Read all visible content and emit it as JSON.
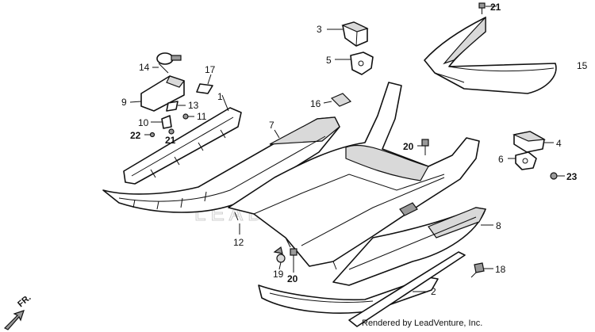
{
  "diagram": {
    "callouts": {
      "c1": "1",
      "c2": "2",
      "c3": "3",
      "c4": "4",
      "c5": "5",
      "c6": "6",
      "c7": "7",
      "c8": "8",
      "c9": "9",
      "c10": "10",
      "c11": "11",
      "c12": "12",
      "c13": "13",
      "c14": "14",
      "c15": "15",
      "c16": "16",
      "c17": "17",
      "c18": "18",
      "c19": "19",
      "c20a": "20",
      "c20b": "20",
      "c21a": "21",
      "c21b": "21",
      "c22": "22",
      "c23": "23"
    },
    "direction_label": "FR.",
    "watermark": "LEADVENTURE",
    "credit": "Rendered by LeadVenture, Inc."
  }
}
